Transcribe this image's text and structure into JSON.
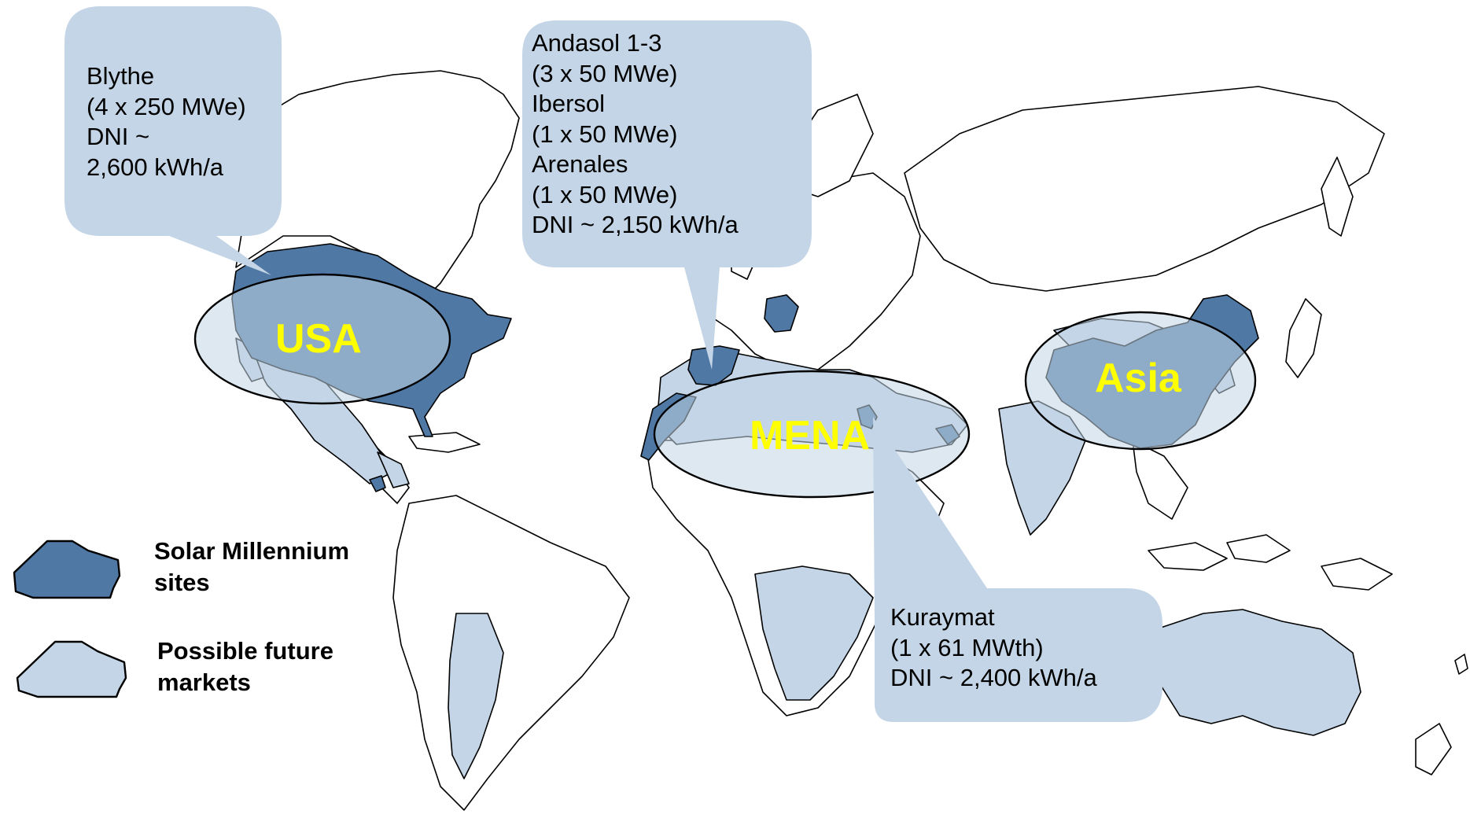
{
  "colors": {
    "site_fill": "#4f78a5",
    "future_fill": "#c3d5e6",
    "callout_fill": "#c3d5e6",
    "outline": "#000000",
    "region_label": "#ffff00"
  },
  "callouts": {
    "blythe": {
      "lines": [
        "Blythe",
        "(4 x 250 MWe)",
        "DNI ~",
        "2,600 kWh/a"
      ]
    },
    "andasol": {
      "lines": [
        "Andasol 1-3",
        "(3 x 50 MWe)",
        "Ibersol",
        "(1 x 50 MWe)",
        "Arenales",
        "(1 x 50 MWe)",
        "DNI ~ 2,150 kWh/a"
      ]
    },
    "kuraymat": {
      "lines": [
        "Kuraymat",
        "(1 x 61 MWth)",
        "DNI ~ 2,400 kWh/a"
      ]
    }
  },
  "regions": {
    "usa": "USA",
    "mena": "MENA",
    "asia": "Asia"
  },
  "legend": {
    "sites": {
      "lines": [
        "Solar Millennium",
        "sites"
      ]
    },
    "future": {
      "lines": [
        "Possible future",
        "markets"
      ]
    }
  }
}
